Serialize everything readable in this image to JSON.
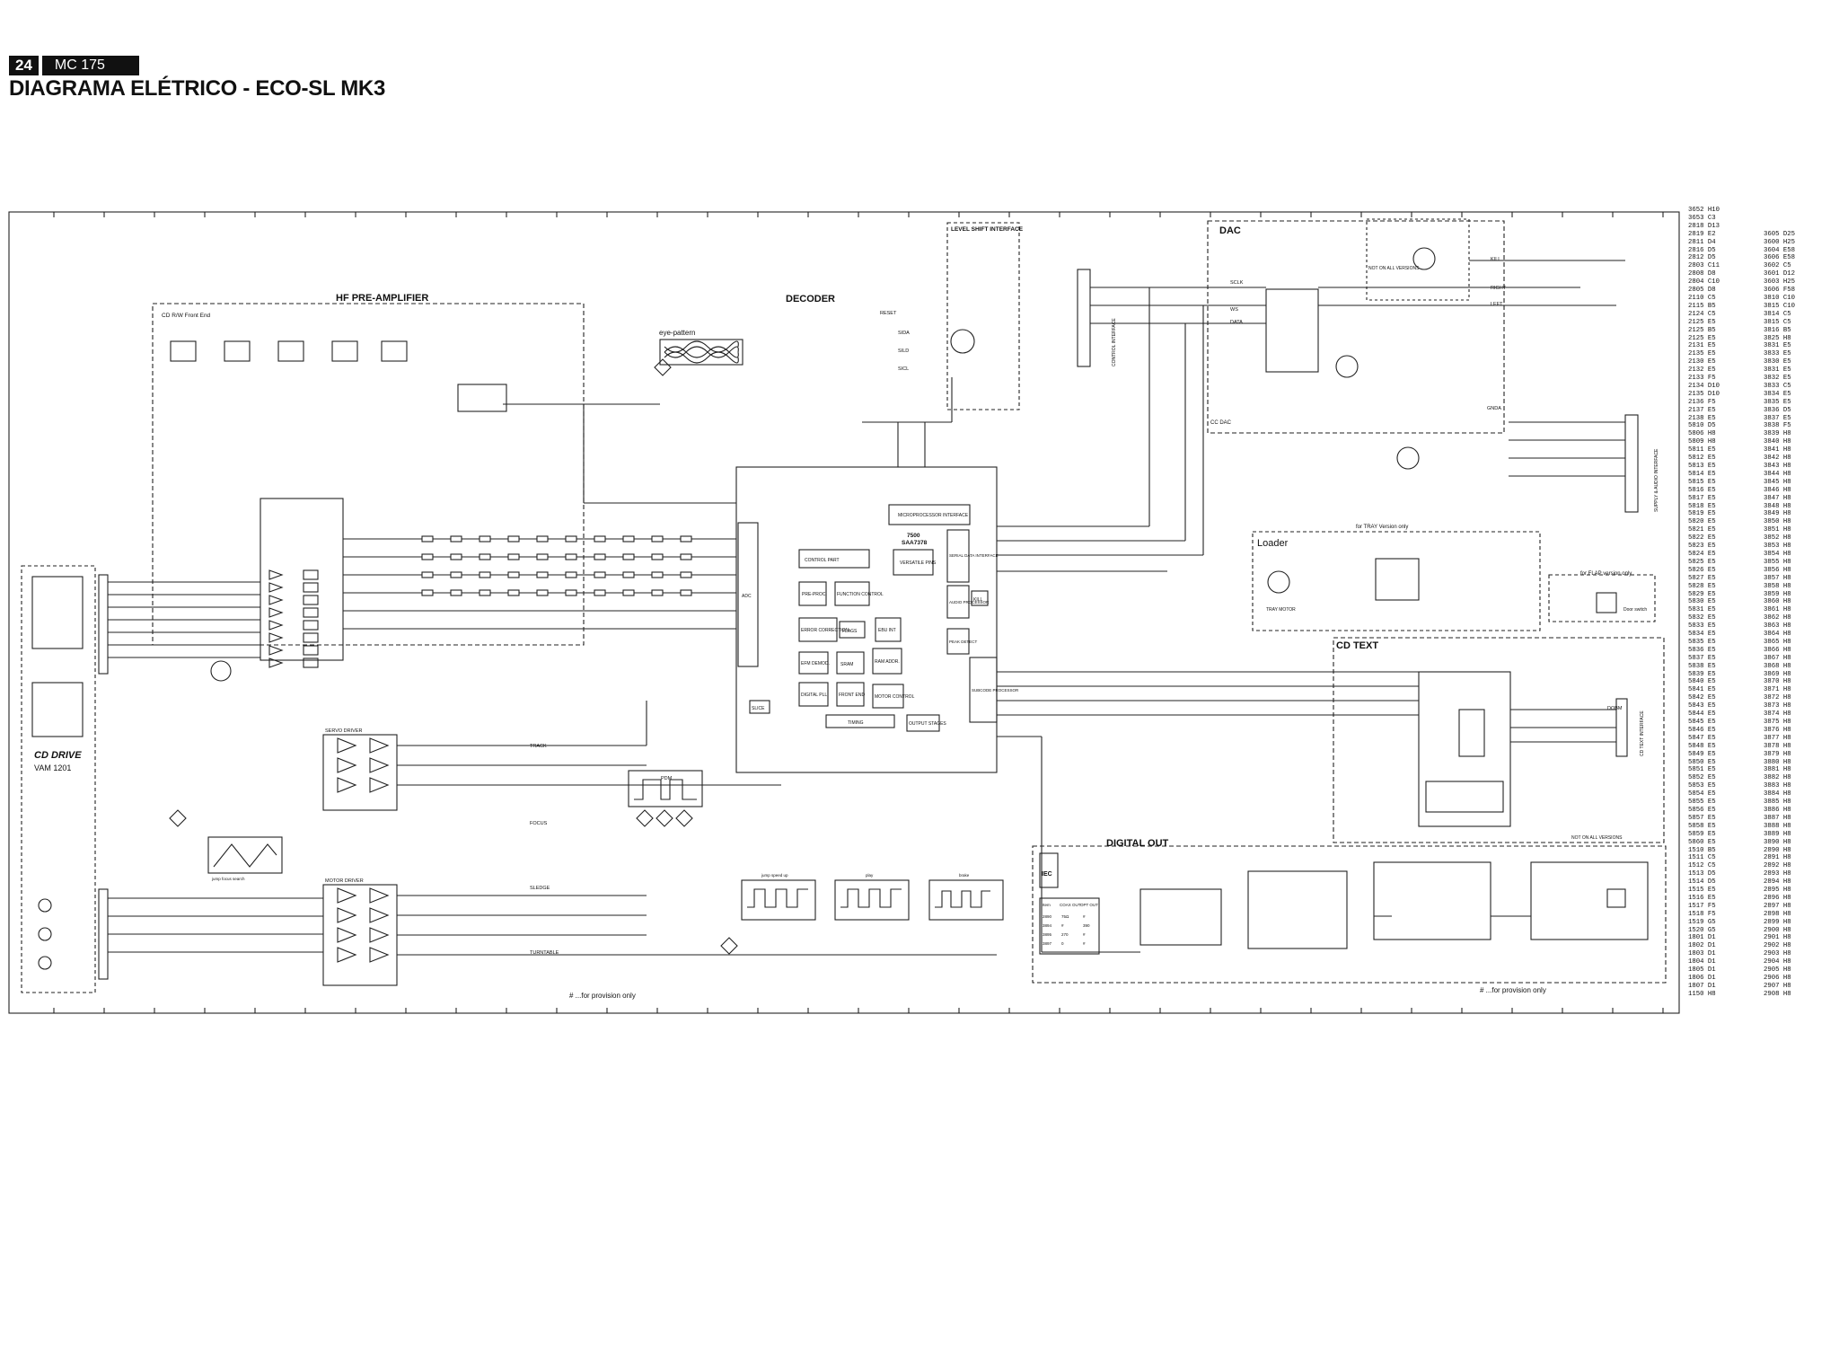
{
  "header": {
    "page_number": "24",
    "model": "MC 175",
    "title": "DIAGRAMA ELÉTRICO - ECO-SL MK3"
  },
  "blocks": {
    "hf_preamp": "HF PRE-AMPLIFIER",
    "decoder": "DECODER",
    "dac": "DAC",
    "level_shift": "LEVEL SHIFT INTERFACE",
    "loader": "Loader",
    "cd_text": "CD TEXT",
    "digital_out": "DIGITAL OUT",
    "cd_drive": "CD DRIVE",
    "cd_drive_model": "VAM 1201",
    "eye_pattern": "eye-pattern",
    "servo_driver": "SERVO DRIVER",
    "motor_driver": "MOTOR DRIVER",
    "pdm": "PDM",
    "cc_dac": "CC DAC",
    "front_end": "CD R/W Front End"
  },
  "decoder_ic": {
    "name": "SAA7378",
    "ref": "7500",
    "blocks": [
      "MICROPROCESSOR INTERFACE",
      "VERSATILE PINS",
      "CONTROL PART",
      "PRE-PROC.",
      "FUNCTION CONTROL",
      "ERROR CORRECTION",
      "FLAGS",
      "EBU INT",
      "EFM DEMOD.",
      "SRAM",
      "RAM ADDR.",
      "DIGITAL PLL",
      "FRONT END",
      "TIMING",
      "MOTOR CONTROL",
      "OUTPUT STAGES",
      "ADC",
      "AUDIO PROCESSOR",
      "SERIAL DATA INTERFACE",
      "PEAK DETECT",
      "SUBCODE PROCESSOR",
      "KILL",
      "SLICE"
    ]
  },
  "signals": {
    "track": "TRACK",
    "focus": "FOCUS",
    "sledge": "SLEDGE",
    "turntable": "TURNTABLE",
    "left": "LEFT",
    "right": "RIGHT",
    "kill": "KILL",
    "gnda": "GNDA",
    "dobm": "DOBM",
    "sclk": "SCLK",
    "ws": "WS",
    "data": "DATA",
    "reset": "RESET",
    "sild": "SILD",
    "sicl": "SICL",
    "sida": "SIDA"
  },
  "notes": {
    "provision_left": "# ...for provision only",
    "provision_right": "# ...for provision only",
    "not_all_versions": "NOT ON ALL VERSIONS",
    "tray_version": "for TRAY Version only",
    "flap_version": "for FLAP version only",
    "tray_motor": "TRAY MOTOR",
    "door_switch": "Door switch"
  },
  "waveforms": [
    "jump focus search",
    "jump speed up",
    "play",
    "brake"
  ],
  "connectors": {
    "control_interface": "CONTROL INTERFACE",
    "supply_audio": "SUPPLY & AUDIO INTERFACE",
    "cd_text_interface": "CD TEXT INTERFACE"
  },
  "digital_out_table": {
    "headers": [
      "Item",
      "COAX OUT",
      "OPT OUT"
    ],
    "rows": [
      [
        "2890",
        "75Ω",
        "#"
      ],
      [
        "3894",
        "#",
        "390"
      ],
      [
        "3895",
        "270",
        "#"
      ],
      [
        "3897",
        "0",
        "#"
      ]
    ]
  },
  "parts_list": [
    [
      "3652 H10",
      ""
    ],
    [
      "3653 C3",
      ""
    ],
    [
      "2818 D13",
      ""
    ],
    [
      "2819 E2",
      "3605 D25"
    ],
    [
      "2811 D4",
      "3600 H25"
    ],
    [
      "2816 D5",
      "3604 E58"
    ],
    [
      "2812 D5",
      "3606 E58"
    ],
    [
      "2803 C11",
      "3602 C5"
    ],
    [
      "2808 D8",
      "3601 D12"
    ],
    [
      "2804 C10",
      "3603 H25"
    ],
    [
      "2805 D8",
      "3606 F58"
    ],
    [
      "2110 C5",
      "3810 C10"
    ],
    [
      "2115 B5",
      "3815 C10"
    ],
    [
      "2124 C5",
      "3814 C5"
    ],
    [
      "2125 E5",
      "3815 C5"
    ],
    [
      "2125 B5",
      "3816 B5"
    ],
    [
      "2125 E5",
      "3825 H8"
    ],
    [
      "2131 E5",
      "3831 E5"
    ],
    [
      "2135 E5",
      "3833 E5"
    ],
    [
      "2130 E5",
      "3830 E5"
    ],
    [
      "2132 E5",
      "3831 E5"
    ],
    [
      "2133 F5",
      "3832 E5"
    ],
    [
      "2134 D10",
      "3833 C5"
    ],
    [
      "2135 D10",
      "3834 E5"
    ],
    [
      "2136 F5",
      "3835 E5"
    ],
    [
      "2137 E5",
      "3836 D5"
    ],
    [
      "2138 E5",
      "3837 E5"
    ],
    [
      "5810 D5",
      "3838 F5"
    ],
    [
      "5806 H8",
      "3839 H8"
    ],
    [
      "5809 H8",
      "3840 H8"
    ],
    [
      "5811 E5",
      "3841 H8"
    ],
    [
      "5812 E5",
      "3842 H8"
    ],
    [
      "5813 E5",
      "3843 H8"
    ],
    [
      "5814 E5",
      "3844 H8"
    ],
    [
      "5815 E5",
      "3845 H8"
    ],
    [
      "5816 E5",
      "3846 H8"
    ],
    [
      "5817 E5",
      "3847 H8"
    ],
    [
      "5818 E5",
      "3848 H8"
    ],
    [
      "5819 E5",
      "3849 H8"
    ],
    [
      "5820 E5",
      "3850 H8"
    ],
    [
      "5821 E5",
      "3851 H8"
    ],
    [
      "5822 E5",
      "3852 H8"
    ],
    [
      "5823 E5",
      "3853 H8"
    ],
    [
      "5824 E5",
      "3854 H8"
    ],
    [
      "5825 E5",
      "3855 H8"
    ],
    [
      "5826 E5",
      "3856 H8"
    ],
    [
      "5827 E5",
      "3857 H8"
    ],
    [
      "5828 E5",
      "3858 H8"
    ],
    [
      "5829 E5",
      "3859 H8"
    ],
    [
      "5830 E5",
      "3860 H8"
    ],
    [
      "5831 E5",
      "3861 H8"
    ],
    [
      "5832 E5",
      "3862 H8"
    ],
    [
      "5833 E5",
      "3863 H8"
    ],
    [
      "5834 E5",
      "3864 H8"
    ],
    [
      "5835 E5",
      "3865 H8"
    ],
    [
      "5836 E5",
      "3866 H8"
    ],
    [
      "5837 E5",
      "3867 H8"
    ],
    [
      "5838 E5",
      "3868 H8"
    ],
    [
      "5839 E5",
      "3869 H8"
    ],
    [
      "5840 E5",
      "3870 H8"
    ],
    [
      "5841 E5",
      "3871 H8"
    ],
    [
      "5842 E5",
      "3872 H8"
    ],
    [
      "5843 E5",
      "3873 H8"
    ],
    [
      "5844 E5",
      "3874 H8"
    ],
    [
      "5845 E5",
      "3875 H8"
    ],
    [
      "5846 E5",
      "3876 H8"
    ],
    [
      "5847 E5",
      "3877 H8"
    ],
    [
      "5848 E5",
      "3878 H8"
    ],
    [
      "5849 E5",
      "3879 H8"
    ],
    [
      "5850 E5",
      "3880 H8"
    ],
    [
      "5851 E5",
      "3881 H8"
    ],
    [
      "5852 E5",
      "3882 H8"
    ],
    [
      "5853 E5",
      "3883 H8"
    ],
    [
      "5854 E5",
      "3884 H8"
    ],
    [
      "5855 E5",
      "3885 H8"
    ],
    [
      "5856 E5",
      "3886 H8"
    ],
    [
      "5857 E5",
      "3887 H8"
    ],
    [
      "5858 E5",
      "3888 H8"
    ],
    [
      "5859 E5",
      "3889 H8"
    ],
    [
      "5860 E5",
      "3890 H8"
    ],
    [
      "1510 B5",
      "2890 H8"
    ],
    [
      "1511 C5",
      "2891 H8"
    ],
    [
      "1512 C5",
      "2892 H8"
    ],
    [
      "1513 D5",
      "2893 H8"
    ],
    [
      "1514 D5",
      "2894 H8"
    ],
    [
      "1515 E5",
      "2895 H8"
    ],
    [
      "1516 E5",
      "2896 H8"
    ],
    [
      "1517 F5",
      "2897 H8"
    ],
    [
      "1518 F5",
      "2898 H8"
    ],
    [
      "1519 G5",
      "2899 H8"
    ],
    [
      "1520 G5",
      "2900 H8"
    ],
    [
      "1801 D1",
      "2901 H8"
    ],
    [
      "1802 D1",
      "2902 H8"
    ],
    [
      "1803 D1",
      "2903 H8"
    ],
    [
      "1804 D1",
      "2904 H8"
    ],
    [
      "1805 D1",
      "2905 H8"
    ],
    [
      "1806 D1",
      "2906 H8"
    ],
    [
      "1807 D1",
      "2907 H8"
    ],
    [
      "1150 H8",
      "2908 H8"
    ]
  ]
}
